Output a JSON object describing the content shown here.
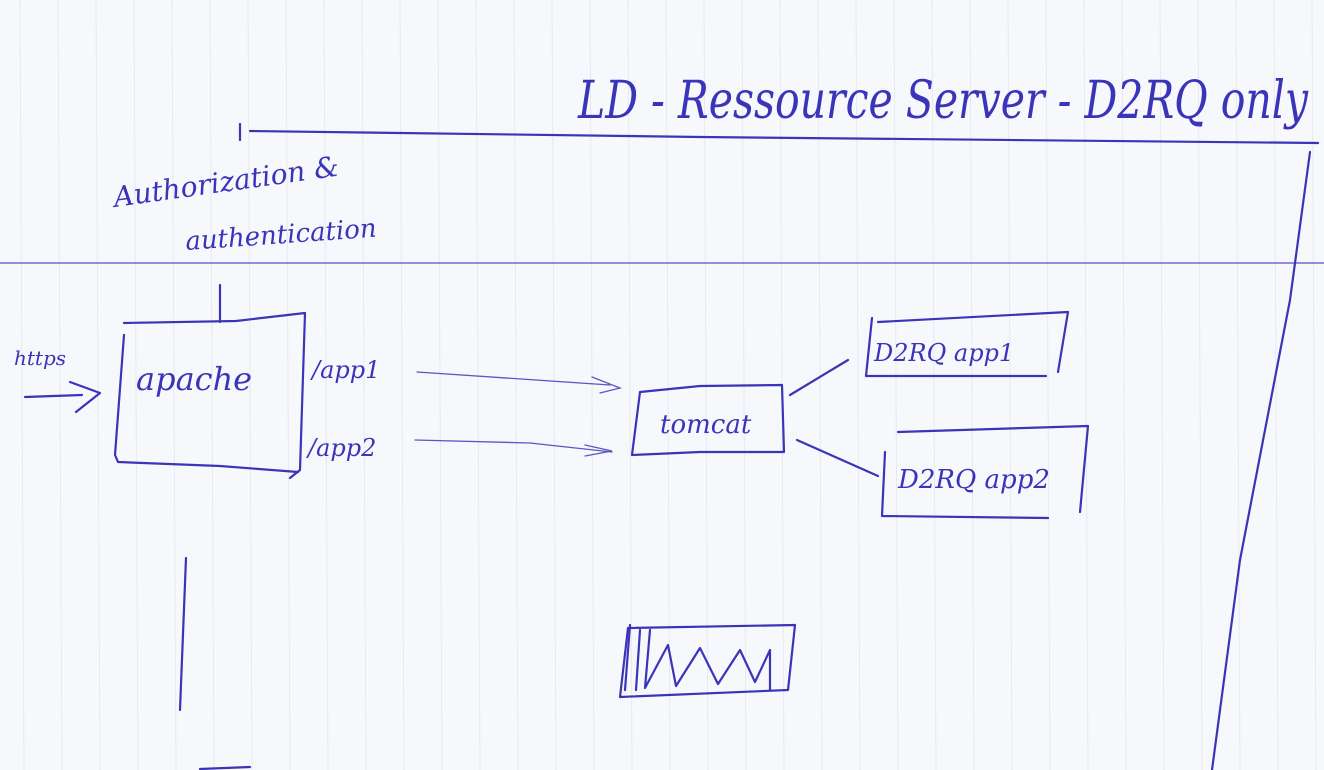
{
  "title": "LD - Ressource Server - D2RQ only",
  "annotations": {
    "auth_line1": "Authorization &",
    "auth_line2": "authentication",
    "https": "https",
    "route1": "/app1",
    "route2": "/app2"
  },
  "nodes": {
    "apache": "apache",
    "tomcat": "tomcat",
    "app1": "D2RQ app1",
    "app2": "D2RQ app2"
  },
  "colors": {
    "ink": "#3a34b8",
    "paper": "#f7f8fb",
    "rule": "#e6e9f2"
  }
}
